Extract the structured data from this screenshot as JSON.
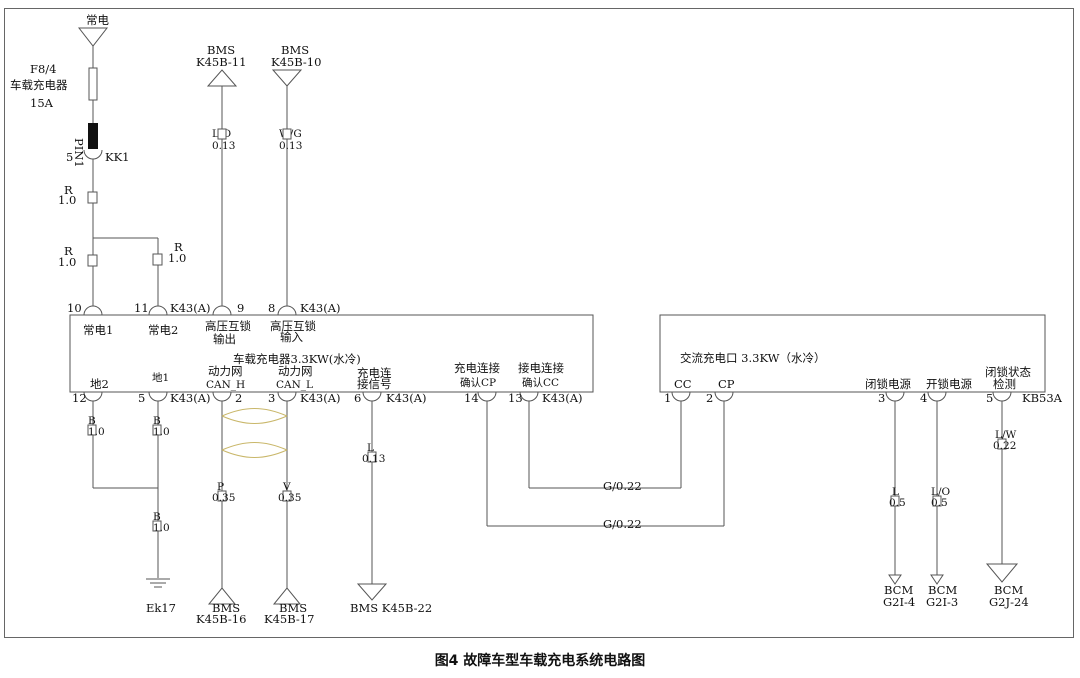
{
  "caption": "图4 故障车型车载充电系统电路图",
  "top": {
    "changdian": "常电",
    "fuse_id": "F8/4",
    "fuse_name": "车载充电器",
    "fuse_amp": "15A",
    "pin1": "PIN1",
    "kk1_pin": "5",
    "kk1": "KK1",
    "r": "R",
    "r_val": "1.0"
  },
  "bms_top": [
    {
      "name": "BMS",
      "pin": "K45B-11",
      "wire": "L/O",
      "size": "0.13"
    },
    {
      "name": "BMS",
      "pin": "K45B-10",
      "wire": "W/G",
      "size": "0.13"
    }
  ],
  "charger": {
    "title": "车载充电器3.3KW(水冷)",
    "conn": "K43(A)",
    "top_pins": [
      {
        "num": "10",
        "l1": "常电1",
        "l2": ""
      },
      {
        "num": "11",
        "l1": "常电2",
        "l2": ""
      },
      {
        "num": "9",
        "l1": "高压互锁",
        "l2": "输出"
      },
      {
        "num": "8",
        "l1": "高压互锁",
        "l2": "输入"
      }
    ],
    "bottom_pins": [
      {
        "num": "12",
        "l1": "",
        "l2": "地2"
      },
      {
        "num": "5",
        "l1": "",
        "l2": "地1"
      },
      {
        "num": "2",
        "l1": "动力网",
        "l2": "CAN_H"
      },
      {
        "num": "3",
        "l1": "动力网",
        "l2": "CAN_L"
      },
      {
        "num": "6",
        "l1": "充电连",
        "l2": "接信号"
      },
      {
        "num": "14",
        "l1": "充电连接",
        "l2": "确认CP"
      },
      {
        "num": "13",
        "l1": "接电连接",
        "l2": "确认CC"
      }
    ]
  },
  "ground": {
    "wire": "B",
    "size": "1.0",
    "name": "Ek17"
  },
  "can": [
    {
      "wire": "P",
      "size": "0.35",
      "bms": "BMS",
      "pin": "K45B-16"
    },
    {
      "wire": "V",
      "size": "0.35",
      "bms": "BMS",
      "pin": "K45B-17"
    }
  ],
  "signal": {
    "wire": "L",
    "size": "0.13",
    "target": "BMS  K45B-22"
  },
  "cp_cc_wires": [
    {
      "label": "G/0.22"
    },
    {
      "label": "G/0.22"
    }
  ],
  "port": {
    "title": "交流充电口  3.3KW（水冷）",
    "conn": "KB53A",
    "pins": [
      {
        "num": "1",
        "label": "CC"
      },
      {
        "num": "2",
        "label": "CP"
      },
      {
        "num": "3",
        "label": "闭锁电源"
      },
      {
        "num": "4",
        "label": "开锁电源"
      },
      {
        "num": "5",
        "label": "闭锁状态",
        "label2": "检测"
      }
    ]
  },
  "bcm": [
    {
      "wire": "L",
      "size": "0.5",
      "name": "BCM",
      "pin": "G2I-4"
    },
    {
      "wire": "L/O",
      "size": "0.5",
      "name": "BCM",
      "pin": "G2I-3"
    },
    {
      "wire": "L/W",
      "size": "0.22",
      "name": "BCM",
      "pin": "G2J-24"
    }
  ]
}
